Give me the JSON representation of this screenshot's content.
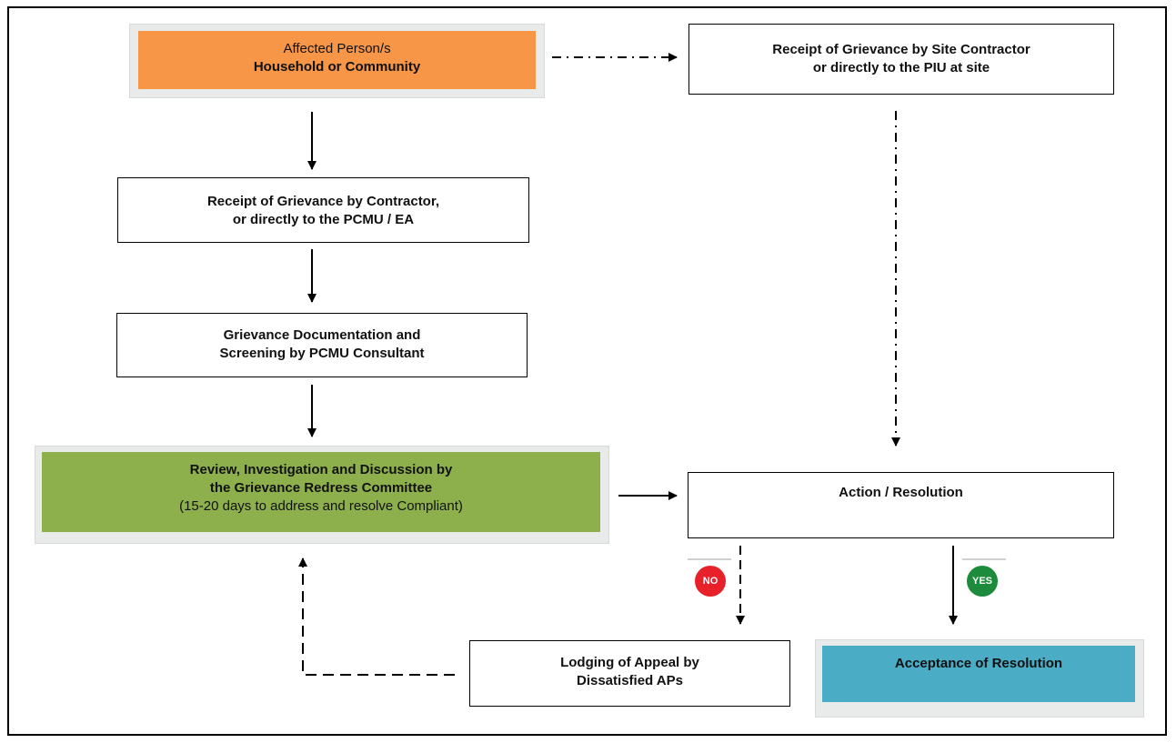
{
  "nodes": {
    "affected": {
      "line1": "Affected Person/s",
      "line2": "Household or Community"
    },
    "site_receipt": {
      "line1_a": "Receipt of Grievance by ",
      "line1_b": "S",
      "line1_c": "ite Contractor",
      "line2": "or directly to the PIU at site"
    },
    "contractor_receipt": {
      "line1": "Receipt of Grievance by Contractor,",
      "line2": "or directly to the PCMU / EA"
    },
    "documentation": {
      "line1": "Grievance Documentation and",
      "line2": "Screening by PCMU Consultant"
    },
    "review": {
      "line1": "Review, Investigation and Discussion by",
      "line2": "the Grievance Redress Committee",
      "line3": "(15-20 days to address and resolve Compliant)"
    },
    "action": {
      "line1": "Action / Resolution"
    },
    "appeal": {
      "line1": "Lodging of Appeal by",
      "line2": "Dissatisfied APs"
    },
    "acceptance": {
      "line1": "Acceptance of Resolution"
    }
  },
  "badges": {
    "no": "NO",
    "yes": "YES"
  },
  "colors": {
    "affected_fill": "#f79646",
    "review_fill": "#8db04c",
    "acceptance_fill": "#4bacc6",
    "no_badge": "#e8202a",
    "yes_badge": "#1c8c3c"
  }
}
